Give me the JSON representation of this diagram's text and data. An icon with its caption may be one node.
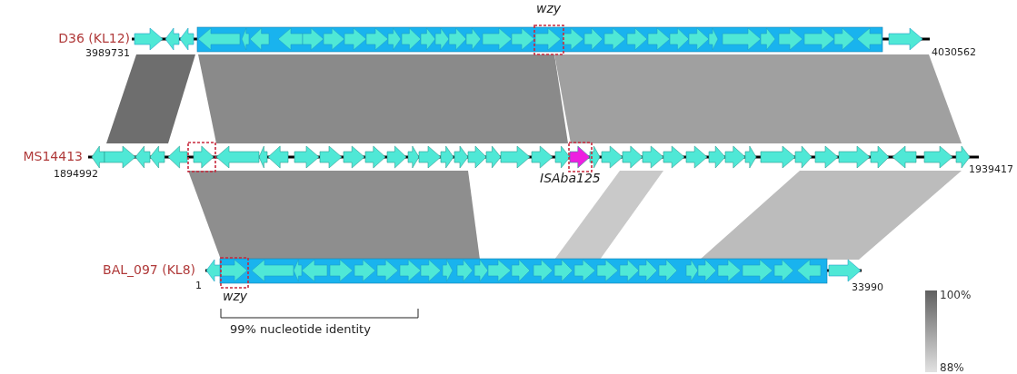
{
  "diagram": {
    "labels": [
      "wzy",
      "D36 (KL12)",
      "3989731",
      "4030562",
      "MS14413",
      "1894992",
      "ISAba125",
      "1939417",
      "BAL_097 (KL8)",
      "1",
      "33990",
      "wzy",
      "99% nucleotide identity",
      "100%",
      "88%"
    ]
  }
}
